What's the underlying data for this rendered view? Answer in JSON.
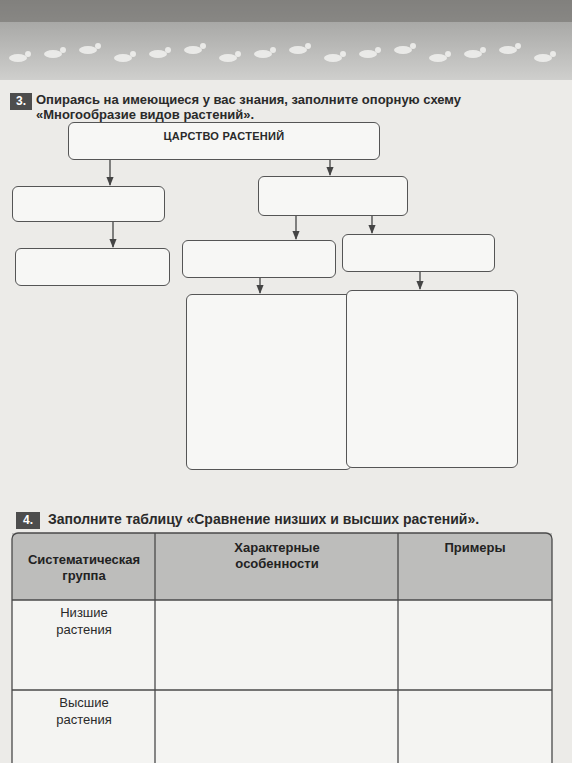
{
  "diagram": {
    "nodes": [
      {
        "text": [
          "ЦАРСТВО РАСТЕНИЙ"
        ]
      },
      {
        "text": []
      },
      {
        "text": []
      },
      {
        "text": []
      },
      {
        "text": []
      },
      {
        "text": []
      },
      {
        "text": []
      },
      {
        "text": []
      }
    ],
    "edges": [
      {
        "from": 0,
        "to": 1,
        "arrow": "to"
      },
      {
        "from": 0,
        "to": 2,
        "arrow": "to"
      },
      {
        "from": 1,
        "to": 3,
        "arrow": "to"
      },
      {
        "from": 2,
        "to": 4,
        "arrow": "to"
      },
      {
        "from": 2,
        "to": 5,
        "arrow": "to"
      },
      {
        "from": 4,
        "to": 6,
        "arrow": "to"
      },
      {
        "from": 5,
        "to": 7,
        "arrow": "to"
      }
    ],
    "labels": [
      "3.",
      "Опираясь на имеющиеся у вас знания, заполните опорную схему «Многообразие видов растений».",
      "4.",
      "Заполните таблицу «Сравнение низших и высших растений».",
      "Систематическая группа",
      "Характерные особенности",
      "Примеры",
      "Низшие растения",
      "Высшие растения"
    ]
  }
}
